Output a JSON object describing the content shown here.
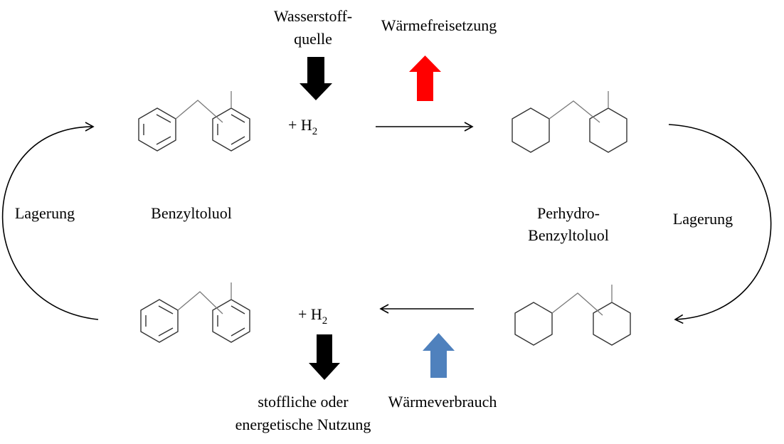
{
  "labels": {
    "hydrogen_source_line1": "Wasserstoff-",
    "hydrogen_source_line2": "quelle",
    "heat_release": "Wärmefreisetzung",
    "heat_consumption": "Wärmeverbrauch",
    "use_line1": "stoffliche oder",
    "use_line2": "energetische Nutzung",
    "storage_left": "Lagerung",
    "storage_right": "Lagerung",
    "benzyltoluene": "Benzyltoluol",
    "perhydro_line1": "Perhydro-",
    "perhydro_line2": "Benzyltoluol",
    "plus_h": "+  H",
    "h2_subscript": "2"
  },
  "colors": {
    "heat_release_arrow": "#ff0000",
    "heat_consumption_arrow": "#4f81bd",
    "hydrogen_arrow": "#000000"
  }
}
